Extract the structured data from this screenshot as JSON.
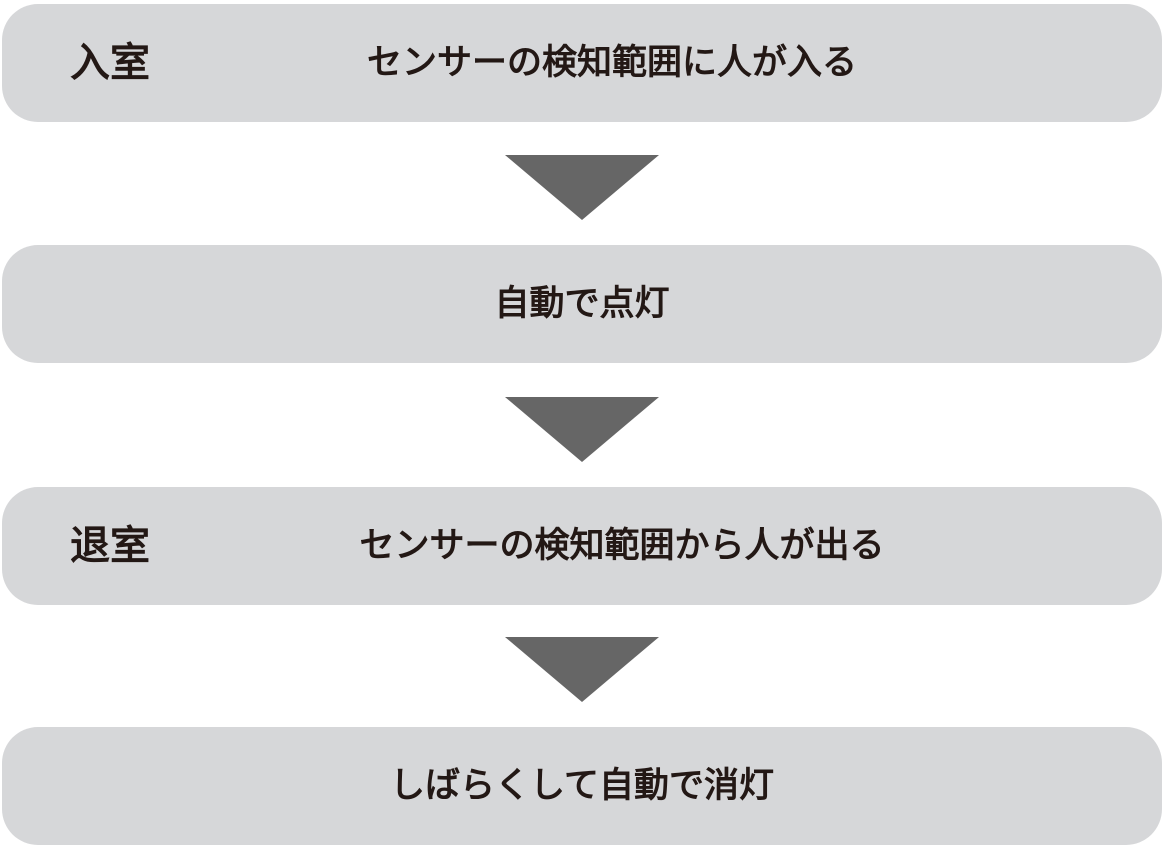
{
  "steps": [
    {
      "label": "入室",
      "text": "センサーの検知範囲に人が入る"
    },
    {
      "label": "",
      "text": "自動で点灯"
    },
    {
      "label": "退室",
      "text": "センサーの検知範囲から人が出る"
    },
    {
      "label": "",
      "text": "しばらくして自動で消灯"
    }
  ],
  "colors": {
    "box": "#d6d7d9",
    "arrow": "#666666",
    "text": "#231815"
  }
}
